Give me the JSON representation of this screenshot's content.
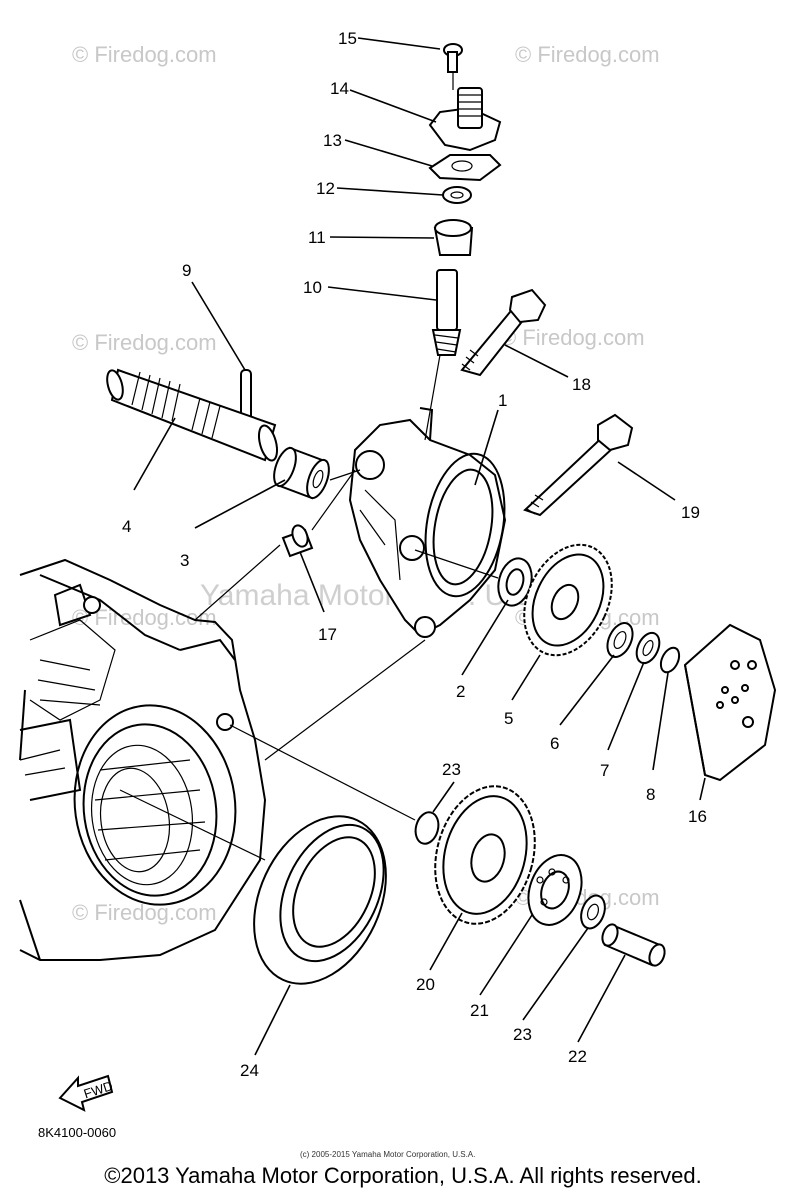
{
  "diagram": {
    "code": "8K4100-0060",
    "fwd_label": "FWD",
    "small_copyright": "(c) 2005-2015 Yamaha Motor Corporation, U.S.A.",
    "footer": "©2013 Yamaha Motor Corporation, U.S.A. All rights reserved.",
    "watermarks": {
      "firedog": "© Firedog.com",
      "center": "Yamaha Motor Corp. U.S.A."
    },
    "part_labels": {
      "p1": "1",
      "p2": "2",
      "p3": "3",
      "p4": "4",
      "p5": "5",
      "p6": "6",
      "p7": "7",
      "p8": "8",
      "p9": "9",
      "p10": "10",
      "p11": "11",
      "p12": "12",
      "p13": "13",
      "p14": "14",
      "p15": "15",
      "p16": "16",
      "p17": "17",
      "p18": "18",
      "p19": "19",
      "p20": "20",
      "p21": "21",
      "p22": "22",
      "p23a": "23",
      "p23b": "23",
      "p24": "24"
    }
  }
}
